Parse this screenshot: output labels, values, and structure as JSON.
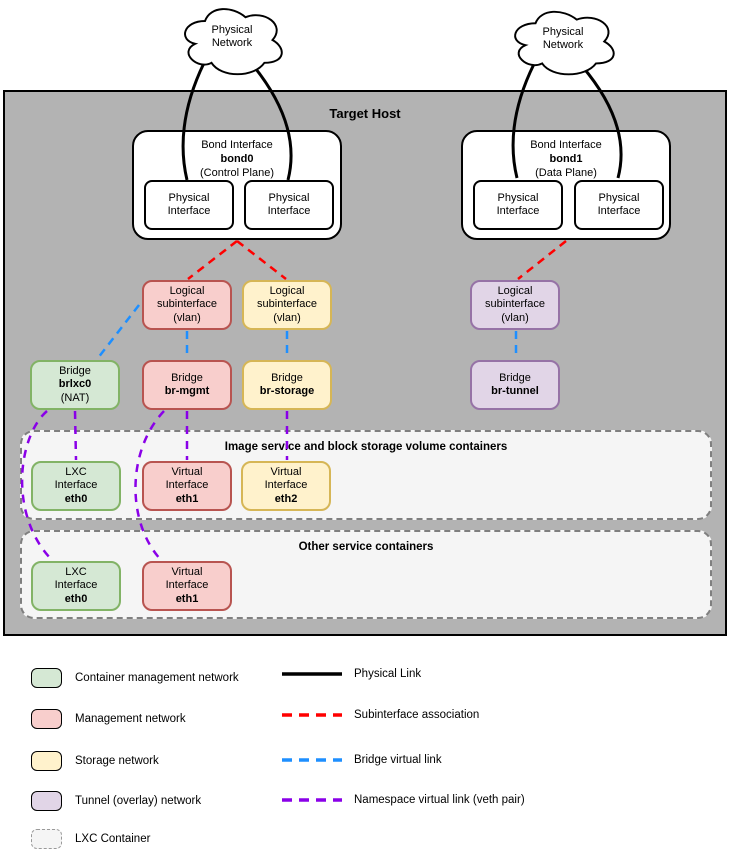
{
  "labels": {
    "physical": "Physical",
    "network": "Network",
    "interface": "Interface",
    "target_host": "Target Host",
    "bond_interface": "Bond Interface",
    "logical": "Logical",
    "subinterface": "subinterface",
    "vlan": "(vlan)",
    "bridge": "Bridge",
    "lxc": "LXC",
    "virtual": "Virtual"
  },
  "bonds": {
    "bond0": {
      "name": "bond0",
      "plane": "(Control Plane)"
    },
    "bond1": {
      "name": "bond1",
      "plane": "(Data Plane)"
    }
  },
  "bridges": {
    "brlxc0": {
      "name": "brlxc0",
      "note": "(NAT)"
    },
    "mgmt": {
      "name": "br-mgmt"
    },
    "storage": {
      "name": "br-storage"
    },
    "tunnel": {
      "name": "br-tunnel"
    }
  },
  "interfaces": {
    "eth0": "eth0",
    "eth1": "eth1",
    "eth2": "eth2"
  },
  "containers": {
    "image_storage": {
      "title": "Image service and block storage volume containers"
    },
    "other": {
      "title": "Other service containers"
    }
  },
  "legend": {
    "networks": [
      {
        "key": "green",
        "label": "Container management network"
      },
      {
        "key": "red",
        "label": "Management network"
      },
      {
        "key": "yellow",
        "label": "Storage network"
      },
      {
        "key": "purple",
        "label": "Tunnel (overlay) network"
      },
      {
        "key": "lxc",
        "label": "LXC Container"
      }
    ],
    "links": [
      {
        "key": "physical",
        "label": "Physical Link"
      },
      {
        "key": "subinterface",
        "label": "Subinterface association"
      },
      {
        "key": "bridge",
        "label": "Bridge virtual link"
      },
      {
        "key": "namespace",
        "label": "Namespace virtual link (veth pair)"
      }
    ]
  },
  "colors": {
    "host_bg": "#b3b3b3",
    "container_bg": "#f5f5f5",
    "green_fill": "#d5e8d4",
    "green_border": "#82b366",
    "red_fill": "#f8cecc",
    "red_border": "#b85450",
    "yellow_fill": "#fff2cc",
    "yellow_border": "#d6b656",
    "purple_fill": "#e1d5e7",
    "purple_border": "#9673a6",
    "link_physical": "#000000",
    "link_subinterface": "#ff0000",
    "link_bridge": "#1e8fff",
    "link_namespace": "#8a00e8"
  }
}
